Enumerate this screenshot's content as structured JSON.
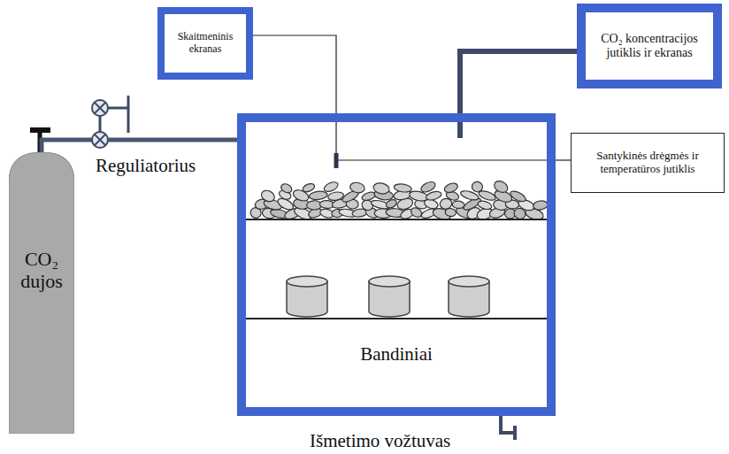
{
  "diagram": {
    "nodes": [
      {
        "text": [
          "Skaitmeninis ekranas"
        ]
      },
      {
        "text": [
          "CO₂ koncentracijos jutiklis ir ekranas"
        ]
      },
      {
        "text": [
          "Santykinės drėgmės ir temperatūros jutiklis"
        ]
      },
      {
        "text": [
          "CO₂ dujos"
        ]
      },
      {
        "text": [
          "Bandiniai"
        ]
      }
    ],
    "edges": [
      {
        "from": 0,
        "to": 4,
        "arrow": "none"
      },
      {
        "from": 1,
        "to": 4,
        "arrow": "none"
      },
      {
        "from": 2,
        "to": 4,
        "arrow": "none"
      },
      {
        "from": 3,
        "to": 4,
        "arrow": "none"
      }
    ],
    "labels": [
      "Reguliatorius",
      "Išmetimo vožtuvas"
    ]
  }
}
